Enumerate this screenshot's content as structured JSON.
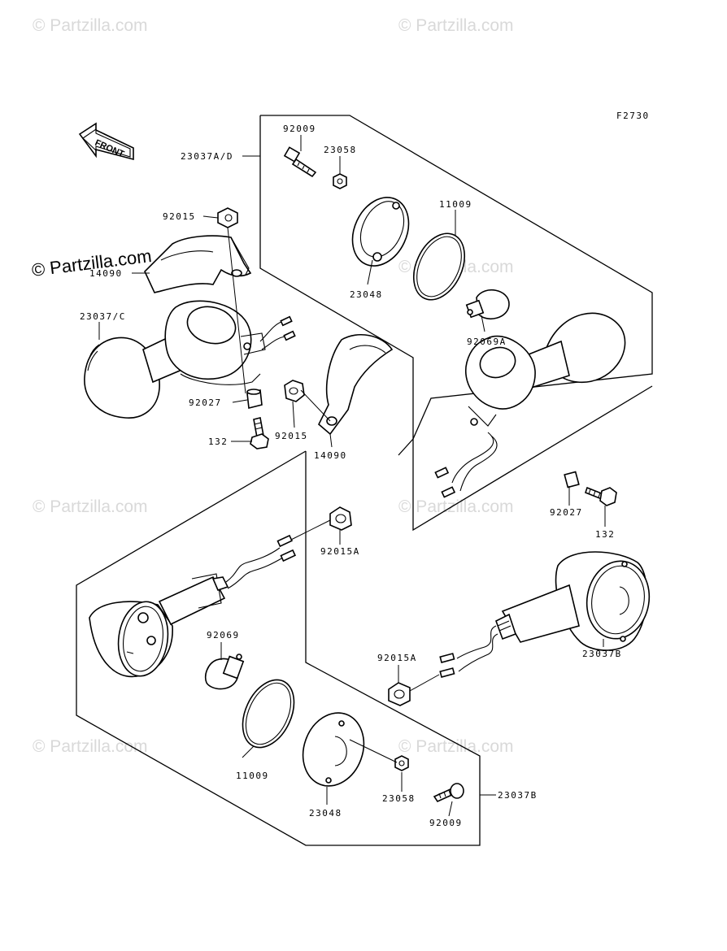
{
  "figure_code": "F2730",
  "direction_label": "FRONT",
  "copyright_notice": "© Partzilla.com",
  "watermark": "© Partzilla.com",
  "labels": {
    "l_23037ad": "23037A/D",
    "l_92009_top": "92009",
    "l_23058_top": "23058",
    "l_11009_top": "11009",
    "l_23048_top": "23048",
    "l_92069a": "92069A",
    "l_92015_left": "92015",
    "l_14090_left": "14090",
    "l_23037c": "23037/C",
    "l_92027_left": "92027",
    "l_132_left": "132",
    "l_92015_mid": "92015",
    "l_14090_mid": "14090",
    "l_92027_right": "92027",
    "l_132_right": "132",
    "l_92015a_top": "92015A",
    "l_92069": "92069",
    "l_23037b_right": "23037B",
    "l_92015a_bottom": "92015A",
    "l_11009_bottom": "11009",
    "l_23048_bottom": "23048",
    "l_23058_bottom": "23058",
    "l_92009_bottom": "92009",
    "l_23037b_bottom": "23037B"
  }
}
